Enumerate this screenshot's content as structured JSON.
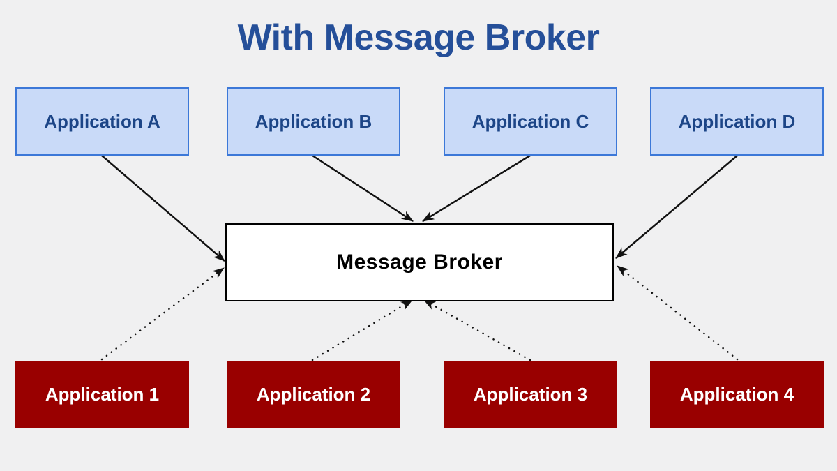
{
  "title": "With Message Broker",
  "top_row": [
    {
      "label": "Application A"
    },
    {
      "label": "Application B"
    },
    {
      "label": "Application C"
    },
    {
      "label": "Application D"
    }
  ],
  "broker": {
    "label": "Message Broker"
  },
  "bottom_row": [
    {
      "label": "Application 1"
    },
    {
      "label": "Application 2"
    },
    {
      "label": "Application 3"
    },
    {
      "label": "Application 4"
    }
  ],
  "connections": [
    {
      "from": "Application A",
      "to": "Message Broker",
      "style": "solid"
    },
    {
      "from": "Application B",
      "to": "Message Broker",
      "style": "solid"
    },
    {
      "from": "Application C",
      "to": "Message Broker",
      "style": "solid"
    },
    {
      "from": "Application D",
      "to": "Message Broker",
      "style": "solid"
    },
    {
      "from": "Application 1",
      "to": "Message Broker",
      "style": "dotted"
    },
    {
      "from": "Application 2",
      "to": "Message Broker",
      "style": "dotted"
    },
    {
      "from": "Application 3",
      "to": "Message Broker",
      "style": "dotted"
    },
    {
      "from": "Application 4",
      "to": "Message Broker",
      "style": "dotted"
    }
  ],
  "colors": {
    "background": "#F0F0F1",
    "title_text": "#254F99",
    "producer_fill": "#C9DAF8",
    "producer_border": "#3C78D8",
    "producer_text": "#1C4587",
    "consumer_fill": "#990000",
    "consumer_text": "#FFFFFF",
    "broker_fill": "#FFFFFF",
    "broker_border": "#000000",
    "arrow": "#111111"
  }
}
